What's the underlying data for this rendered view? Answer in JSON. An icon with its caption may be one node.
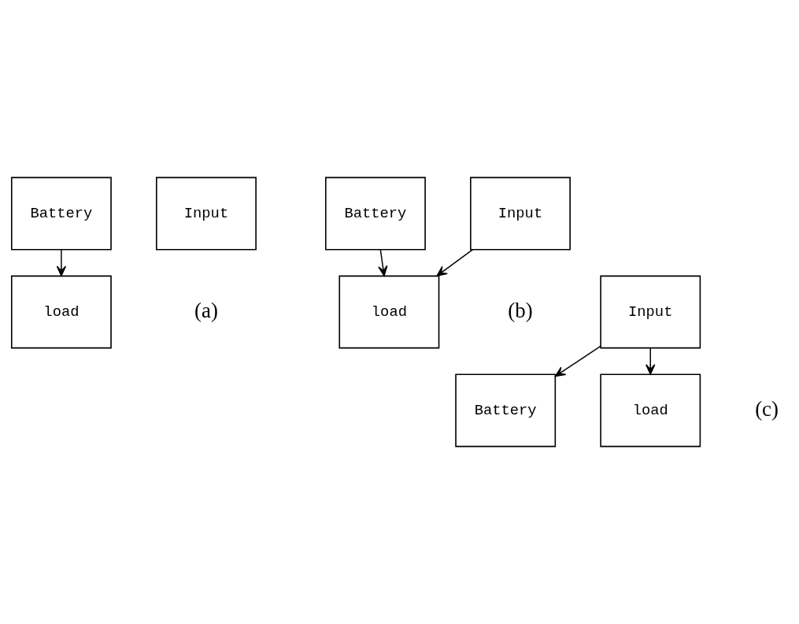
{
  "diagram": {
    "nodes": [
      {
        "text": [
          "Battery"
        ]
      },
      {
        "text": [
          "load"
        ]
      },
      {
        "text": [
          "Input"
        ]
      },
      {
        "text": [
          "Battery"
        ]
      },
      {
        "text": [
          "load"
        ]
      },
      {
        "text": [
          "Input"
        ]
      },
      {
        "text": [
          "Battery"
        ]
      },
      {
        "text": [
          "load"
        ]
      },
      {
        "text": [
          "Input"
        ]
      }
    ],
    "edges": [
      {
        "from": 0,
        "to": 1,
        "arrow": "to"
      },
      {
        "from": 5,
        "to": 4,
        "arrow": "to"
      },
      {
        "from": 3,
        "to": 4,
        "arrow": "to"
      },
      {
        "from": 8,
        "to": 6,
        "arrow": "to"
      },
      {
        "from": 8,
        "to": 7,
        "arrow": "to"
      }
    ],
    "labels": [
      "(a)",
      "(b)",
      "(c)"
    ]
  }
}
